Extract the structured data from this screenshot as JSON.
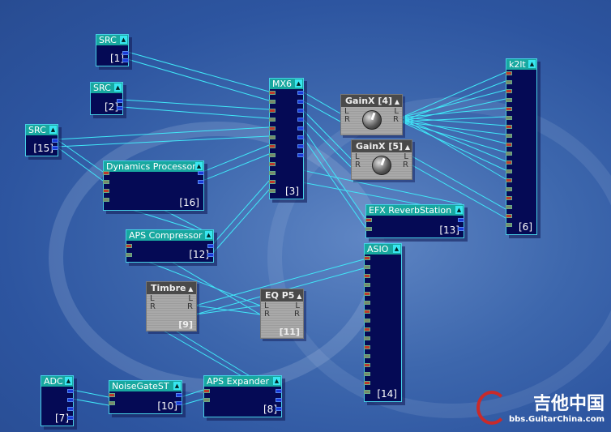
{
  "blocks": {
    "src1": {
      "title": "SRC",
      "id": "[1]"
    },
    "src2": {
      "title": "SRC",
      "id": "[2]"
    },
    "src15": {
      "title": "SRC",
      "id": "[15]"
    },
    "dyn": {
      "title": "Dynamics Processor",
      "id": "[16]"
    },
    "comp": {
      "title": "APS Compressor",
      "id": "[12]"
    },
    "mx6": {
      "title": "MX6",
      "id": "[3]"
    },
    "gain4": {
      "title": "GainX [4]",
      "in_l": "L",
      "in_r": "R",
      "out_l": "L",
      "out_r": "R"
    },
    "gain5": {
      "title": "GainX [5]",
      "in_l": "L",
      "in_r": "R",
      "out_l": "L",
      "out_r": "R"
    },
    "k2lt": {
      "title": "k2lt",
      "id": "[6]"
    },
    "efx": {
      "title": "EFX ReverbStation",
      "id": "[13]"
    },
    "asio": {
      "title": "ASIO",
      "id": "[14]"
    },
    "timbre": {
      "title": "Timbre",
      "id": "[9]",
      "in_l": "L",
      "in_r": "R",
      "out_l": "L",
      "out_r": "R"
    },
    "eq": {
      "title": "EQ P5",
      "id": "[11]",
      "in_l": "L",
      "in_r": "R",
      "out_l": "L",
      "out_r": "R"
    },
    "adc": {
      "title": "ADC",
      "id": "[7]"
    },
    "gate": {
      "title": "NoiseGateST",
      "id": "[10]"
    },
    "exp": {
      "title": "APS Expander",
      "id": "[8]"
    }
  },
  "collapse_icon": "triangle-up",
  "logo": {
    "cn": "吉他中国",
    "url": "bbs.GuitarChina.com"
  },
  "colors": {
    "wire": "#40e8f8",
    "block": "#050a55",
    "header": "#18a8a0"
  }
}
